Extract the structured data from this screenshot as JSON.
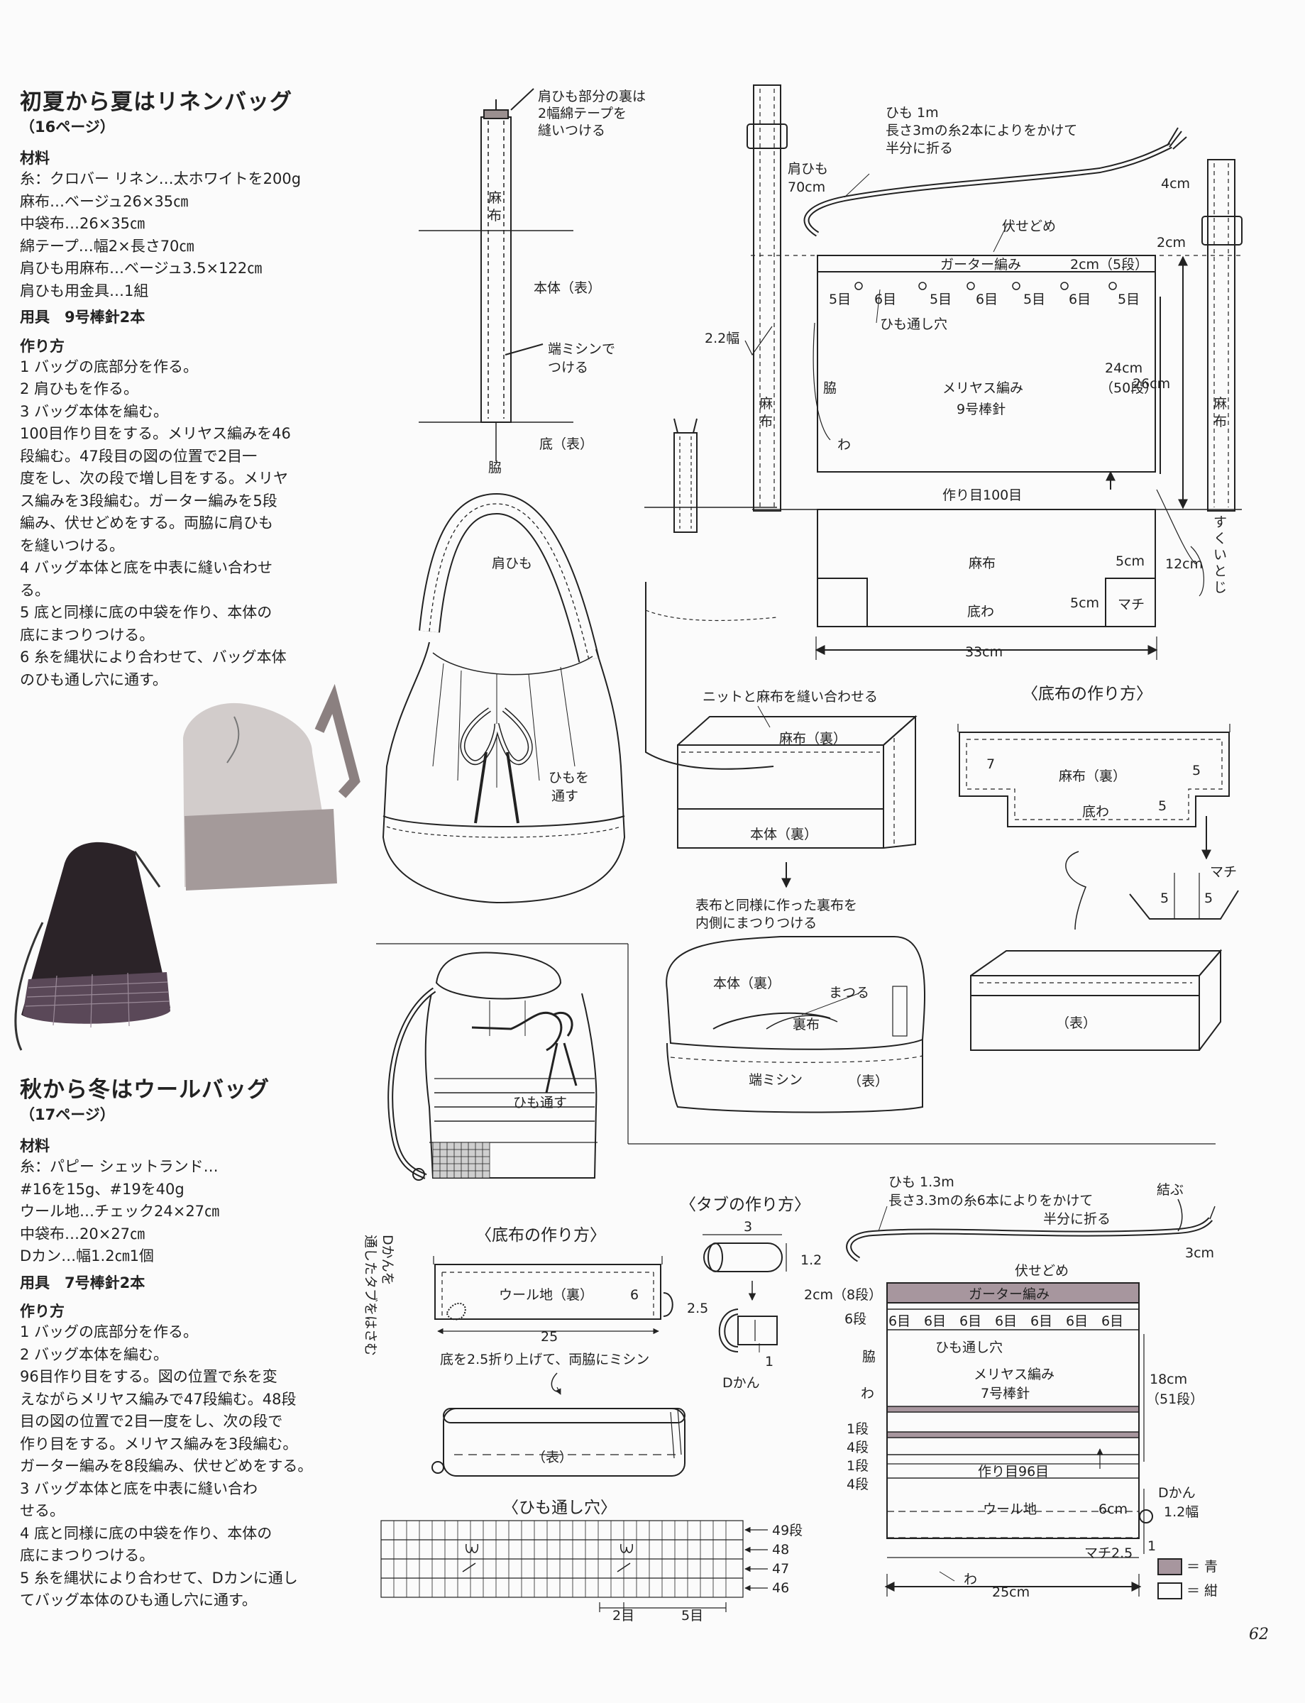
{
  "linen": {
    "title": "初夏から夏はリネンバッグ",
    "page_ref": "（16ページ）",
    "materials_heading": "材料",
    "materials": [
      "糸：クロバー リネン…太ホワイトを200g",
      "麻布…ベージュ26×35㎝",
      "中袋布…26×35㎝",
      "綿テープ…幅2×長さ70㎝",
      "肩ひも用麻布…ベージュ3.5×122㎝",
      "肩ひも用金具…1組"
    ],
    "tools": "用具　9号棒針2本",
    "steps_heading": "作り方",
    "steps": [
      "1 バッグの底部分を作る。",
      "2 肩ひもを作る。",
      "3 バッグ本体を編む。",
      "100目作り目をする。メリヤス編みを46",
      "段編む。47段目の図の位置で2目一",
      "度をし、次の段で増し目をする。メリヤ",
      "ス編みを3段編む。ガーター編みを5段",
      "編み、伏せどめをする。両脇に肩ひも",
      "を縫いつける。",
      "4 バッグ本体と底を中表に縫い合わせ",
      "る。",
      "5 底と同様に底の中袋を作り、本体の",
      "底にまつりつける。",
      "6 糸を縄状により合わせて、バッグ本体",
      "のひも通し穴に通す。"
    ]
  },
  "wool": {
    "title": "秋から冬はウールバッグ",
    "page_ref": "（17ページ）",
    "materials_heading": "材料",
    "materials": [
      "糸：パピー シェットランド…",
      "#16を15g、#19を40g",
      "ウール地…チェック24×27㎝",
      "中袋布…20×27㎝",
      "Dカン…幅1.2㎝1個"
    ],
    "tools": "用具　7号棒針2本",
    "steps_heading": "作り方",
    "steps": [
      "1 バッグの底部分を作る。",
      "2 バッグ本体を編む。",
      "96目作り目をする。図の位置で糸を変",
      "えながらメリヤス編みで47段編む。48段",
      "目の図の位置で2目一度をし、次の段で",
      "作り目をする。メリヤス編みを3段編む。",
      "ガーター編みを8段編み、伏せどめをする。",
      "3 バッグ本体と底を中表に縫い合わ",
      "せる。",
      "4 底と同様に底の中袋を作り、本体の",
      "底にまつりつける。",
      "5 糸を縄状により合わせて、Dカンに通し",
      "てバッグ本体のひも通し穴に通す。"
    ]
  },
  "strap_diagram": {
    "note": [
      "肩ひも部分の裏は",
      "2幅綿テープを",
      "縫いつける"
    ],
    "body": "本体（表）",
    "edge": [
      "端ミシンで",
      "つける"
    ],
    "bottom": "底（表）",
    "side": "脇",
    "fabric": [
      "麻",
      "布"
    ]
  },
  "bag_illustration": {
    "strap": "肩ひも",
    "thread": [
      "ひもを",
      "通す"
    ]
  },
  "linen_chart": {
    "cord": [
      "ひも 1m",
      "長さ3mの糸2本によりをかけて",
      "半分に折る"
    ],
    "cord_end": "4cm",
    "strap": [
      "肩ひも",
      "70cm"
    ],
    "bind_off": "伏せどめ",
    "garter": "ガーター編み",
    "garter_rows": "2cm（5段）",
    "strap_2cm": "2cm",
    "spacing": [
      "5目",
      "6目",
      "5目",
      "6目",
      "5目",
      "6目",
      "5目"
    ],
    "hole": "ひも通し穴",
    "width": "2.2幅",
    "side": "脇",
    "wa": "わ",
    "stockinette": [
      "メリヤス編み",
      "9号棒針"
    ],
    "body_rows": [
      "24cm",
      "（50段）"
    ],
    "height": "26cm",
    "fabric_v": [
      "麻",
      "布"
    ],
    "cast_on": "作り目100目",
    "bottom_fabric": "麻布",
    "bottom_wa": "底わ",
    "gusset": "マチ",
    "g5a": "5cm",
    "g5b": "5cm",
    "twelve": "12cm",
    "sukui": [
      "す",
      "く",
      "い",
      "と",
      "じ"
    ],
    "total_width": "33cm"
  },
  "linen_base": {
    "title": "〈底布の作り方〉",
    "fabric_wrong": "麻布（裏）",
    "bottom_wa": "底わ",
    "n7": "7",
    "n5a": "5",
    "n5b": "5",
    "gusset": "マチ",
    "n5c": "5",
    "n5d": "5",
    "right": "（表）"
  },
  "linen_lining": {
    "knit_sew": "ニットと麻布を縫い合わせる",
    "fabric_wrong": "麻布（裏）",
    "body_wrong": "本体（裏）",
    "note": [
      "表布と同様に作った裏布を",
      "内側にまつりつける"
    ],
    "body_wrong2": "本体（裏）",
    "matsuru": "まつる",
    "lining": "裏布",
    "edge": "端ミシン",
    "right": "（表）"
  },
  "wool_bag_illustration": {
    "thread": "ひも通す"
  },
  "wool_base": {
    "title": "〈底布の作り方〉",
    "side_note": [
      "Dかんを",
      "通したタブをはさむ"
    ],
    "fabric_wrong": "ウール地（裏）",
    "n6": "6",
    "n25": "25",
    "n25b": "2.5",
    "fold_note": "底を2.5折り上げて、両脇にミシン",
    "right": "（表）"
  },
  "tab": {
    "title": "〈タブの作り方〉",
    "n3": "3",
    "n12": "1.2",
    "n1": "1",
    "dring": "Dかん"
  },
  "hole_chart": {
    "title": "〈ひも通し穴〉",
    "rows": [
      "49段",
      "48",
      "47",
      "46"
    ],
    "two": "2目",
    "five": "5目"
  },
  "wool_chart": {
    "cord": [
      "ひも 1.3m",
      "長さ3.3mの糸6本によりをかけて",
      "半分に折る"
    ],
    "tie": "結ぶ",
    "cord_end": "3cm",
    "bind_off": "伏せどめ",
    "garter_rows": "2cm（8段）",
    "garter": "ガーター編み",
    "six": "6段",
    "spacing": [
      "6目",
      "6目",
      "6目",
      "6目",
      "6目",
      "6目",
      "6目"
    ],
    "hole": "ひも通し穴",
    "side": "脇",
    "wa": "わ",
    "stockinette": [
      "メリヤス編み",
      "7号棒針"
    ],
    "body_rows": [
      "18cm",
      "（51段）"
    ],
    "stripes": [
      "1段",
      "4段",
      "1段",
      "4段"
    ],
    "cast_on": "作り目96目",
    "wool": "ウール地",
    "six_cm": "6cm",
    "dring": [
      "Dかん",
      "1.2幅"
    ],
    "gusset": "マチ2.5",
    "n1": "1",
    "bottom_wa": "わ",
    "total_width": "25cm",
    "legend_blue": "＝ 青",
    "legend_navy": "＝ 紺",
    "blue_color": "#8a7a88",
    "navy_color": "#ffffff"
  },
  "page_number": "62"
}
